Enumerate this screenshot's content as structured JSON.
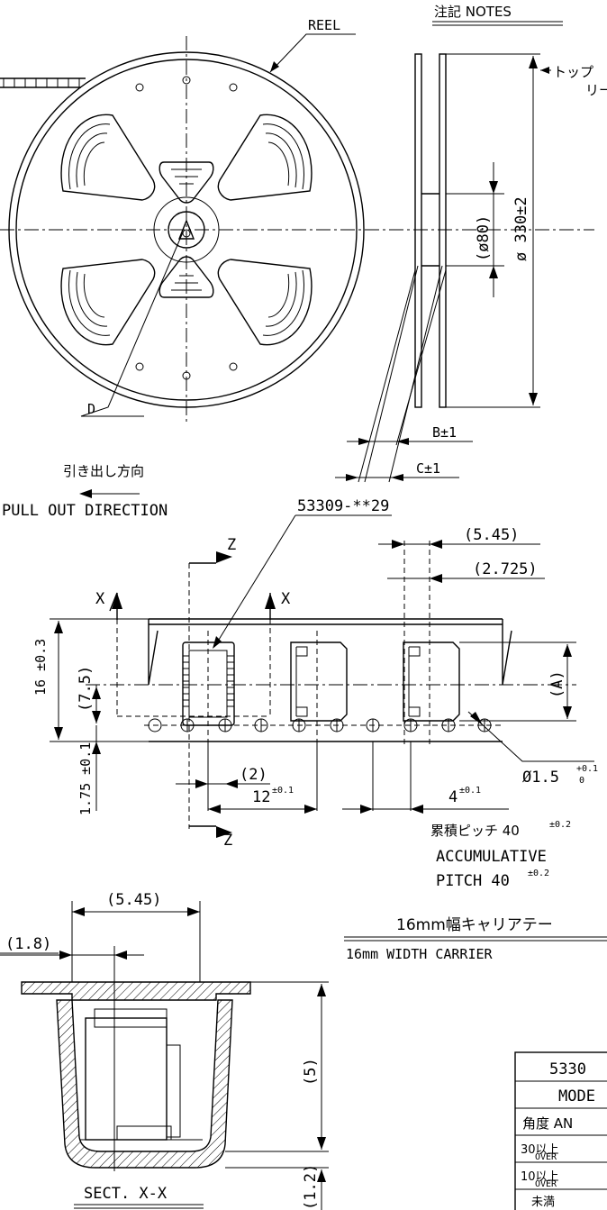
{
  "reel": {
    "label": "REEL",
    "hub_label": "D",
    "dia_outer": "ø 330±2",
    "dia_hub": "(ø80)",
    "width_b": "B±1",
    "width_c": "C±1"
  },
  "notes": {
    "title": "注記 NOTES",
    "top_text_1": "トップ",
    "top_text_2": "リー"
  },
  "pull": {
    "jp": "引き出し方向",
    "en": "PULL OUT DIRECTION"
  },
  "tape": {
    "part_no": "53309-**29",
    "dim_545": "(5.45)",
    "dim_2725": "(2.725)",
    "section_x": "X",
    "section_z": "Z",
    "dim_16": "16 ±0.3",
    "dim_75": "(7.5)",
    "dim_a": "(A)",
    "dim_175": "1.75 ±0.1",
    "hole_dia": "Ø1.5",
    "hole_tol_plus": "+0.1",
    "hole_tol_minus": "0",
    "dim_2": "(2)",
    "dim_12": "12",
    "dim_12_tol": "±0.1",
    "dim_4": "4",
    "dim_4_tol": "±0.1",
    "accum_jp": "累積ピッチ 40",
    "accum_jp_tol": "±0.2",
    "accum_en_1": "ACCUMULATIVE",
    "accum_en_2": "PITCH 40",
    "accum_en_tol": "±0.2",
    "carrier_jp": "16mm幅キャリアテー",
    "carrier_en": "16mm WIDTH CARRIER"
  },
  "section": {
    "dim_545": "(5.45)",
    "dim_18": "(1.8)",
    "dim_5": "(5)",
    "dim_12": "(1.2)",
    "title": "SECT. X-X"
  },
  "table": {
    "header": "5330",
    "row_model": "MODE",
    "row_angle": "角度 AN",
    "row_30": "30以上",
    "row_10": "10以上",
    "row_lt10": "未満",
    "over": "OVER"
  }
}
